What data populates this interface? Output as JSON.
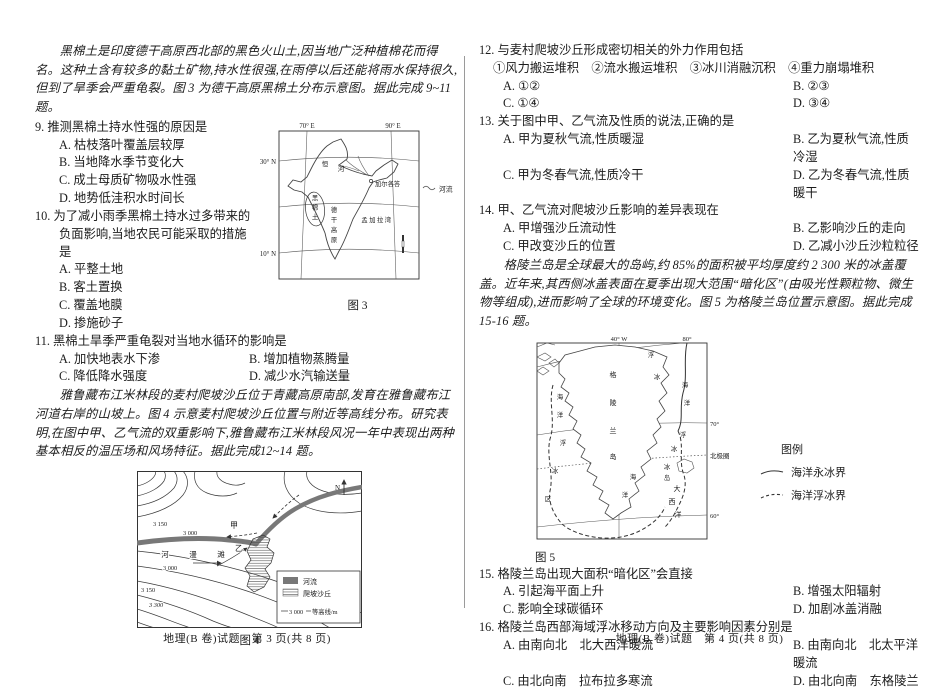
{
  "p3": {
    "intro1": "黑棉土是印度德干高原西北部的黑色火山土,因当地广泛种植棉花而得名。这种土含有较多的黏土矿物,持水性很强,在雨停以后还能将雨水保持很久,但到了旱季会严重龟裂。图 3 为德干高原黑棉土分布示意图。据此完成 9~11 题。",
    "q9": {
      "no": "9.",
      "stem": "推测黑棉土持水性强的原因是",
      "options": [
        "A. 枯枝落叶覆盖层较厚",
        "B. 当地降水季节变化大",
        "C. 成土母质矿物吸水性强",
        "D. 地势低洼积水时间长"
      ]
    },
    "q10": {
      "no": "10.",
      "stem": "为了减小雨季黑棉土持水过多带来的负面影响,当地农民可能采取的措施是",
      "options": [
        "A. 平整土地",
        "B. 客土置换",
        "C. 覆盖地膜",
        "D. 掺施砂子"
      ]
    },
    "q11": {
      "no": "11.",
      "stem": "黑棉土旱季严重龟裂对当地水循环的影响是",
      "options": [
        "A. 加快地表水下渗",
        "B. 增加植物蒸腾量",
        "C. 降低降水强度",
        "D. 减少水汽输送量"
      ]
    },
    "intro2": "雅鲁藏布江米林段的麦村爬坡沙丘位于青藏高原南部,发育在雅鲁藏布江河道右岸的山坡上。图 4 示意麦村爬坡沙丘位置与附近等高线分布。研究表明,在图中甲、乙气流的双重影响下,雅鲁藏布江米林段风况一年中表现出两种基本相反的温压场和风场特征。据此完成12~14 题。",
    "fig3": {
      "caption": "图 3",
      "lon": [
        "70° E",
        "90° E"
      ],
      "lat": [
        "30° N",
        "10° N"
      ],
      "river_name": [
        "恒",
        "河"
      ],
      "soil": [
        "黑",
        "棉",
        "土"
      ],
      "plateau": [
        "德",
        "干",
        "高",
        "原"
      ],
      "city": "加尔各答",
      "bay": "孟加拉湾",
      "legend_river": "河流"
    },
    "fig4": {
      "caption": "图 4",
      "north": "N",
      "contours": [
        "3 150",
        "3 000",
        "3 000",
        "3 150",
        "3 300"
      ],
      "floodplain": [
        "河",
        "漫",
        "滩"
      ],
      "jia": "甲",
      "yi": "乙",
      "legend": {
        "river": "河流",
        "dune": "爬坡沙丘",
        "contour_num": "3 000",
        "contour_label": "等高线/m"
      }
    },
    "footer": "地理(B 卷)试题　第 3 页(共 8 页)"
  },
  "p4": {
    "q12": {
      "no": "12.",
      "stem": "与麦村爬坡沙丘形成密切相关的外力作用包括",
      "sub": "①风力搬运堆积　②流水搬运堆积　③冰川消融沉积　④重力崩塌堆积",
      "options": [
        "A. ①②",
        "B. ②③",
        "C. ①④",
        "D. ③④"
      ]
    },
    "q13": {
      "no": "13.",
      "stem": "关于图中甲、乙气流及性质的说法,正确的是",
      "options": [
        "A. 甲为夏秋气流,性质暖湿",
        "B. 乙为夏秋气流,性质冷湿",
        "C. 甲为冬春气流,性质冷干",
        "D. 乙为冬春气流,性质暖干"
      ]
    },
    "q14": {
      "no": "14.",
      "stem": "甲、乙气流对爬坡沙丘影响的差异表现在",
      "options": [
        "A. 甲增强沙丘流动性",
        "B. 乙影响沙丘的走向",
        "C. 甲改变沙丘的位置",
        "D. 乙减小沙丘沙粒粒径"
      ]
    },
    "intro3": "格陵兰岛是全球最大的岛屿,约 85%的面积被平均厚度约 2 300 米的冰盖覆盖。近年来,其西侧冰盖表面在夏季出现大范围“暗化区”(由吸光性颗粒物、微生物等组成),进而影响了全球的环境变化。图 5 为格陵兰岛位置示意图。据此完成 15-16 题。",
    "fig5": {
      "caption": "图 5",
      "lon": [
        "40° W",
        "80°"
      ],
      "right_labels": [
        "70°",
        "北极圈",
        "60°"
      ],
      "island": [
        "格",
        "陵",
        "兰",
        "岛"
      ],
      "iceland": [
        "冰",
        "岛"
      ],
      "atlantic": [
        "大",
        "西",
        "洋"
      ],
      "scatter": [
        "海",
        "洋",
        "浮",
        "冰",
        "区",
        "浮",
        "冰",
        "海",
        "洋",
        "浮",
        "冰",
        "海",
        "洋"
      ],
      "legend_title": "图例",
      "legend_solid": "海洋永冰界",
      "legend_dashed": "海洋浮冰界"
    },
    "q15": {
      "no": "15.",
      "stem": "格陵兰岛出现大面积“暗化区”会直接",
      "options": [
        "A. 引起海平面上升",
        "B. 增强太阳辐射",
        "C. 影响全球碳循环",
        "D. 加剧冰盖消融"
      ]
    },
    "q16": {
      "no": "16.",
      "stem": "格陵兰岛西部海域浮冰移动方向及主要影响因素分别是",
      "options": [
        "A. 由南向北　北大西洋暖流",
        "B. 由南向北　北太平洋暖流",
        "C. 由北向南　拉布拉多寒流",
        "D. 由北向南　东格陵兰寒流"
      ]
    },
    "footer": "地理(B 卷)试题　第 4 页(共 8 页)"
  }
}
